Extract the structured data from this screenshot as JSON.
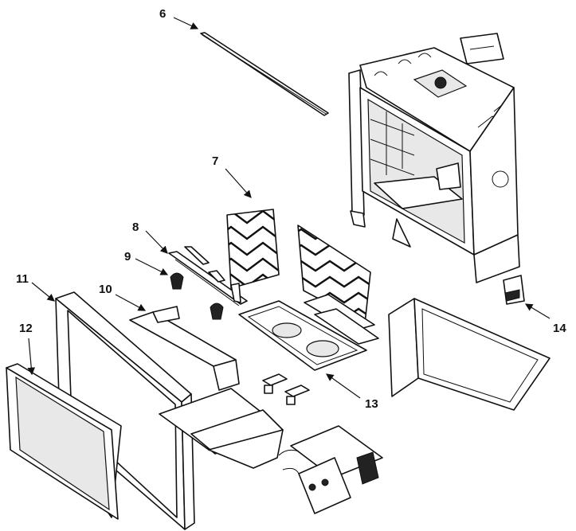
{
  "callouts": {
    "c6": "6",
    "c7": "7",
    "c8": "8",
    "c9": "9",
    "c10": "10",
    "c11": "11",
    "c12": "12",
    "c13": "13",
    "c14": "14"
  }
}
